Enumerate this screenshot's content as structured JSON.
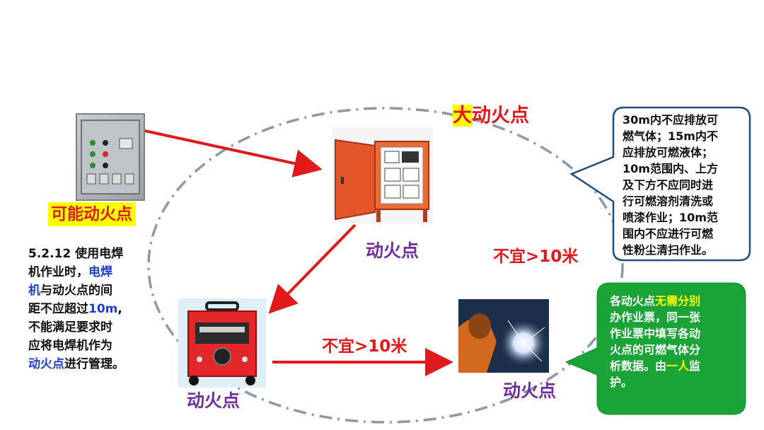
{
  "labels": {
    "big_fire_point_prefix": "大",
    "big_fire_point_rest": "动火点",
    "possible_fire_point": "可能动火点",
    "fire_point_top": "动火点",
    "fire_point_left": "动火点",
    "fire_point_right": "动火点",
    "distance_right": "不宜>10米",
    "distance_bottom": "不宜>10米"
  },
  "note": {
    "line1": "5.2.12 使用电焊",
    "line2_a": "机作业时，",
    "line2_b": "电焊",
    "line3_a": "机",
    "line3_b": "与动火点的间",
    "line4_a": "距不应超过",
    "line4_b": "10m",
    "line4_c": ",",
    "line5": "不能满足要求时",
    "line6": "应将电焊机作为",
    "line7_a": "动火点",
    "line7_b": "进行管理。"
  },
  "callout": {
    "lines": [
      "30m内不应排放可",
      "燃气体；15m内不",
      "应排放可燃液体；",
      "10m范围内、上方",
      "及下方不应同时进",
      "行可燃溶剂清洗或",
      "喷漆作业；10m范",
      "围内不应进行可燃",
      "性粉尘清扫作业。"
    ]
  },
  "green_box": {
    "l1_a": "各动火点",
    "l1_b": "无需分别",
    "l2": "办作业票，同一张",
    "l3": "作业票中填写各动",
    "l4": "火点的可燃气体分",
    "l5_a": "析数据。由",
    "l5_b": "一人",
    "l5_c": "监",
    "l6": "护。"
  },
  "colors": {
    "arrow": "#e0191b",
    "label_purple": "#7030a0",
    "highlight": "#ffff00",
    "green_box": "#1aa336",
    "ellipse": "#8a9aa6"
  }
}
